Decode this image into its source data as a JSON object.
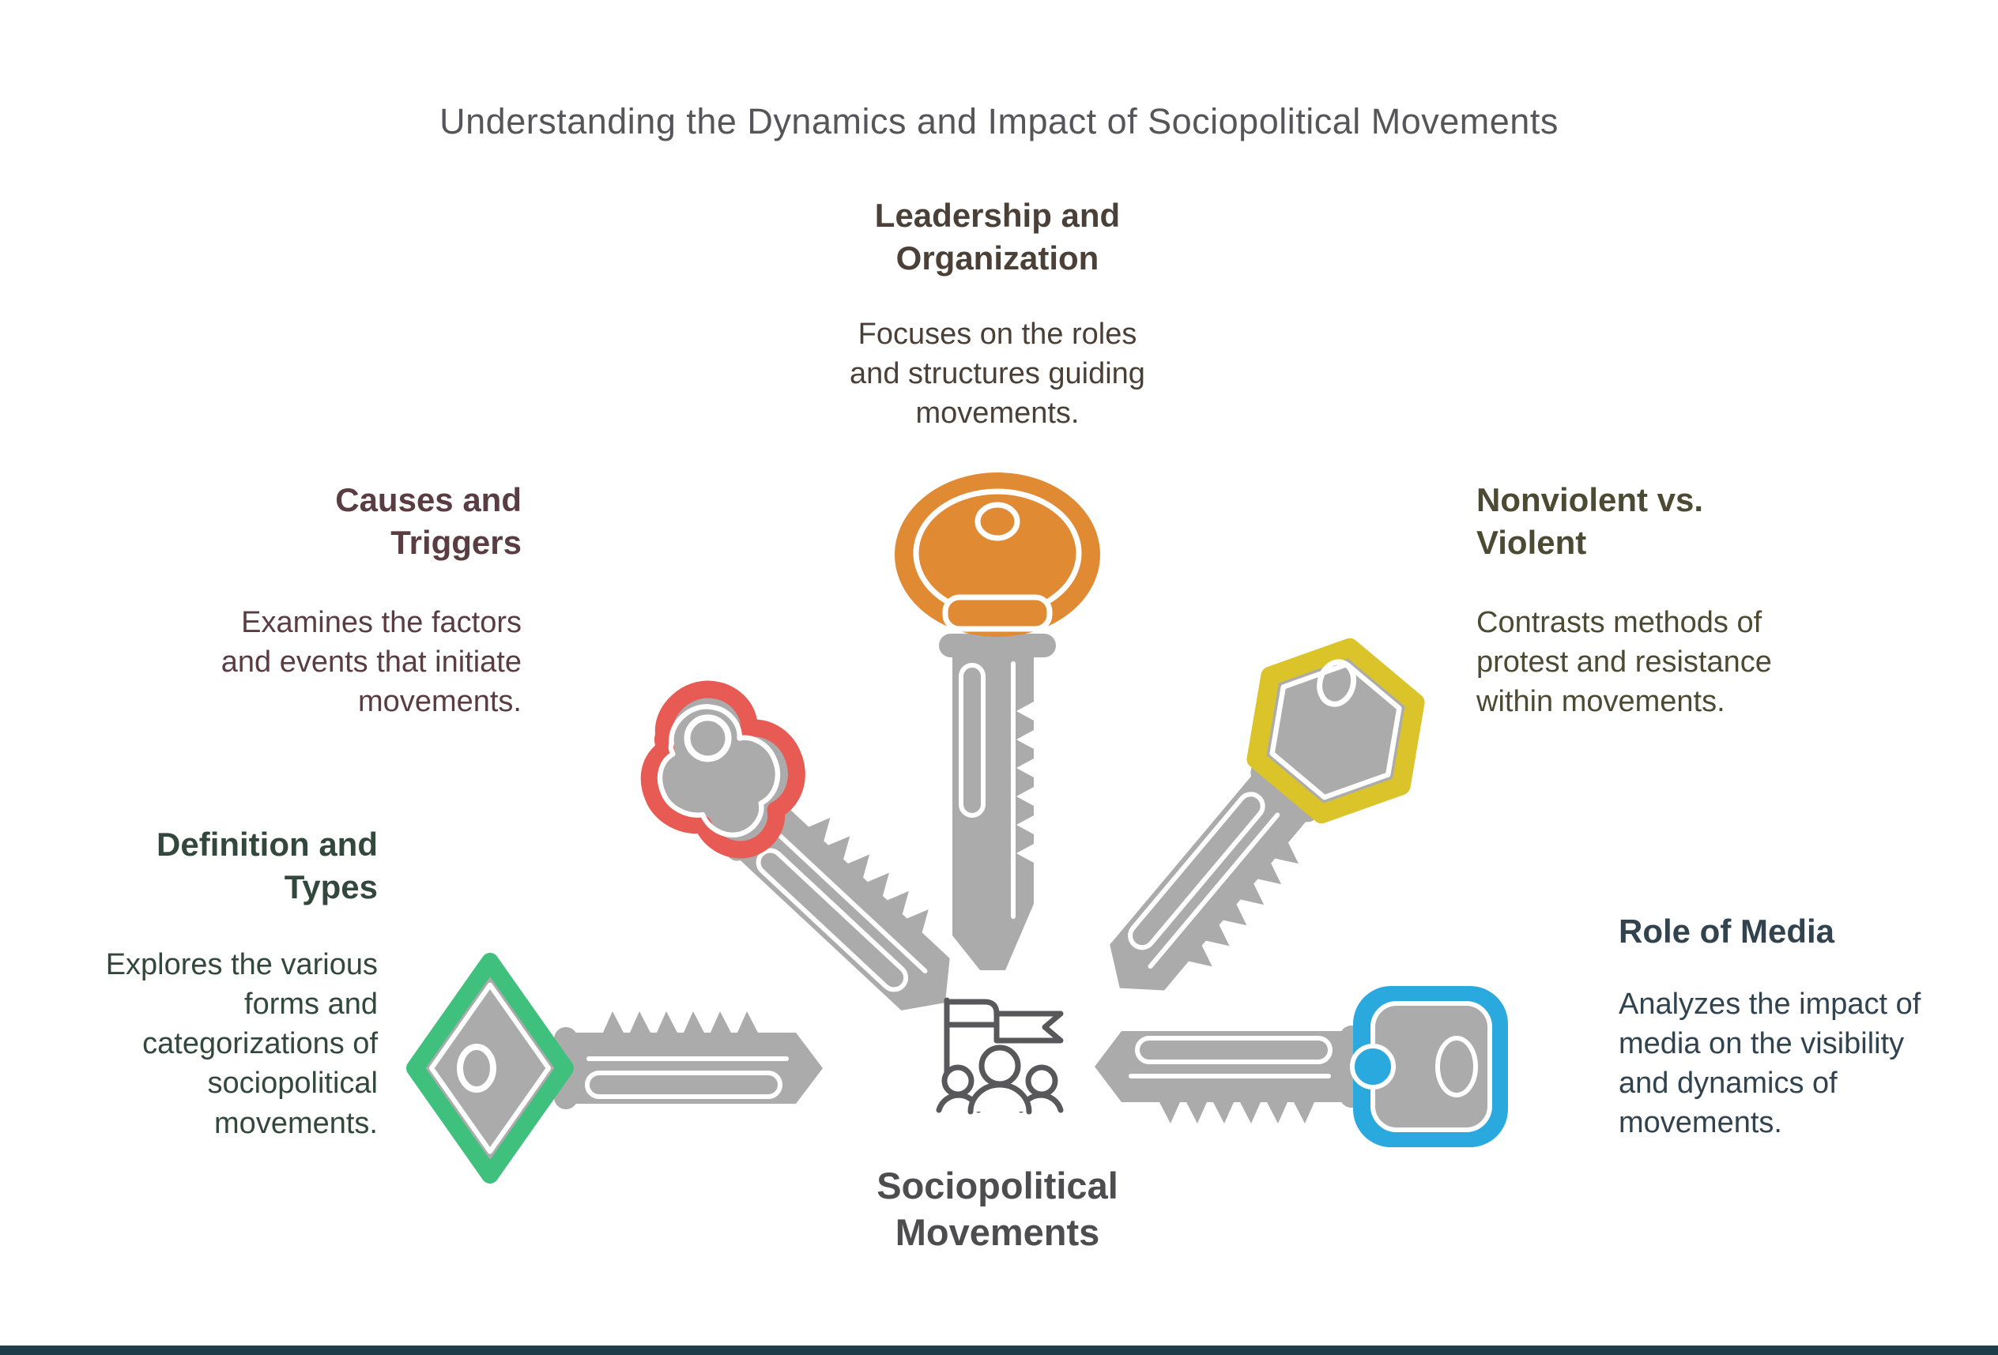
{
  "title": "Understanding the Dynamics and Impact of Sociopolitical Movements",
  "center": {
    "label_lines": [
      "Sociopolitical",
      "Movements"
    ],
    "icon": "flag-people-icon"
  },
  "sections": [
    {
      "id": "leadership",
      "heading": "Leadership and Organization",
      "heading_lines": [
        "Leadership and",
        "Organization"
      ],
      "body_lines": [
        "Focuses on the roles",
        "and structures guiding",
        "movements."
      ],
      "key_color": "#E08B33",
      "key_shape": "oval-head-key",
      "text_color": "#4A4037",
      "position": "top-center"
    },
    {
      "id": "causes",
      "heading": "Causes and Triggers",
      "heading_lines": [
        "Causes and",
        "Triggers"
      ],
      "body_lines": [
        "Examines the factors",
        "and events that initiate",
        "movements."
      ],
      "key_color": "#E85A54",
      "key_shape": "cloverleaf-head-key",
      "text_color": "#5A3D43",
      "position": "upper-left"
    },
    {
      "id": "nonviolent",
      "heading": "Nonviolent vs. Violent",
      "heading_lines": [
        "Nonviolent vs.",
        "Violent"
      ],
      "body_lines": [
        "Contrasts methods of",
        "protest and resistance",
        "within movements."
      ],
      "key_color": "#DAC42A",
      "key_shape": "hexagon-head-key",
      "text_color": "#4C4A32",
      "position": "upper-right"
    },
    {
      "id": "definition",
      "heading": "Definition and Types",
      "heading_lines": [
        "Definition and",
        "Types"
      ],
      "body_lines": [
        "Explores the various",
        "forms and",
        "categorizations of",
        "sociopolitical",
        "movements."
      ],
      "key_color": "#3FC07C",
      "key_shape": "diamond-head-key",
      "text_color": "#33483C",
      "position": "lower-left"
    },
    {
      "id": "media",
      "heading": "Role of Media",
      "heading_lines": [
        "Role of Media"
      ],
      "body_lines": [
        "Analyzes the impact of",
        "media on the visibility",
        "and dynamics of",
        "movements."
      ],
      "key_color": "#29A9DE",
      "key_shape": "square-head-key",
      "text_color": "#31434E",
      "position": "lower-right"
    }
  ],
  "colors": {
    "key_gray": "#ABABAB",
    "icon_gray": "#58585A",
    "title_gray": "#56565A",
    "center_text": "#4D4D4F",
    "footer_bar": "#1D3D4B",
    "background": "#FFFFFF"
  }
}
